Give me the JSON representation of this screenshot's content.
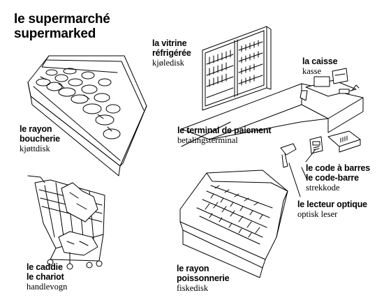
{
  "heading": {
    "fr": "le supermarché",
    "no": "supermarked"
  },
  "labels": {
    "vitrine": {
      "fr": [
        "la vitrine",
        "réfrigérée"
      ],
      "no": "kjøledisk"
    },
    "caisse": {
      "fr": [
        "la caisse"
      ],
      "no": "kasse"
    },
    "boucherie": {
      "fr": [
        "le rayon",
        "boucherie"
      ],
      "no": "kjøttdisk"
    },
    "terminal": {
      "fr": [
        "le terminal de paiement"
      ],
      "no": "betalingsterminal"
    },
    "code_barres": {
      "fr": [
        "le code à barres",
        "le code-barre"
      ],
      "no": "strekkode"
    },
    "lecteur": {
      "fr": [
        "le lecteur optique"
      ],
      "no": "optisk leser"
    },
    "caddie": {
      "fr": [
        "le caddie",
        "le chariot"
      ],
      "no": "handlevogn"
    },
    "poissonnerie": {
      "fr": [
        "le rayon",
        "poissonnerie"
      ],
      "no": "fiskedisk"
    }
  },
  "colors": {
    "ink": "#000000",
    "paper": "#ffffff",
    "shade": "#d9d9d9"
  }
}
